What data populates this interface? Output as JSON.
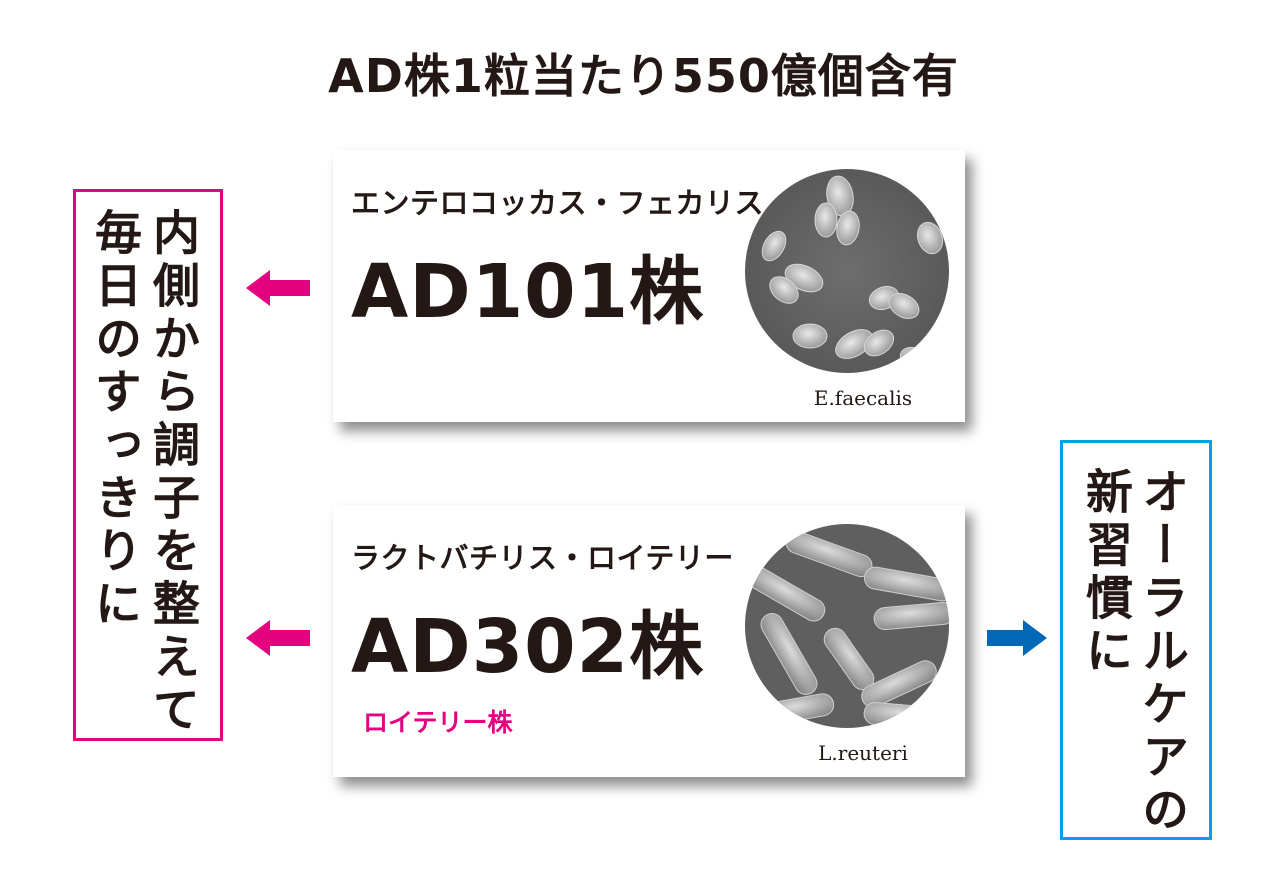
{
  "title": "AD株1粒当たり550億個含有",
  "cards": [
    {
      "japanese_name": "エンテロコッカス・フェカリス",
      "strain": "AD101株",
      "latin_name": "E.faecalis",
      "micro_icon": "rod-cocci-micrograph"
    },
    {
      "japanese_name": "ラクトバチリス・ロイテリー",
      "strain": "AD302株",
      "alias": "ロイテリー株",
      "latin_name": "L.reuteri",
      "micro_icon": "rod-bacteria-micrograph"
    }
  ],
  "left_box": {
    "col1": "内側から調子を整えて",
    "col2": "毎日のすっきりに"
  },
  "right_box": {
    "col1": "オーラルケアの",
    "col2": "新習慣に"
  },
  "colors": {
    "magenta": "#e4007f",
    "blue": "#0068b7",
    "cyan_border": "#00a0e9",
    "text": "#231815"
  }
}
